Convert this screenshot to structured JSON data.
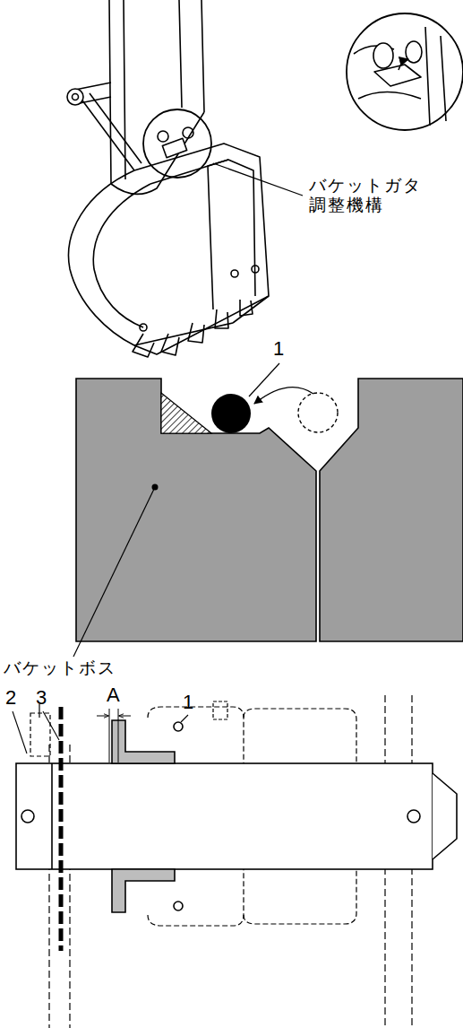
{
  "diagram": {
    "labels": [
      "バケットガタ 調整機構",
      "1",
      "バケットボス",
      "2",
      "3",
      "A",
      "1"
    ]
  }
}
